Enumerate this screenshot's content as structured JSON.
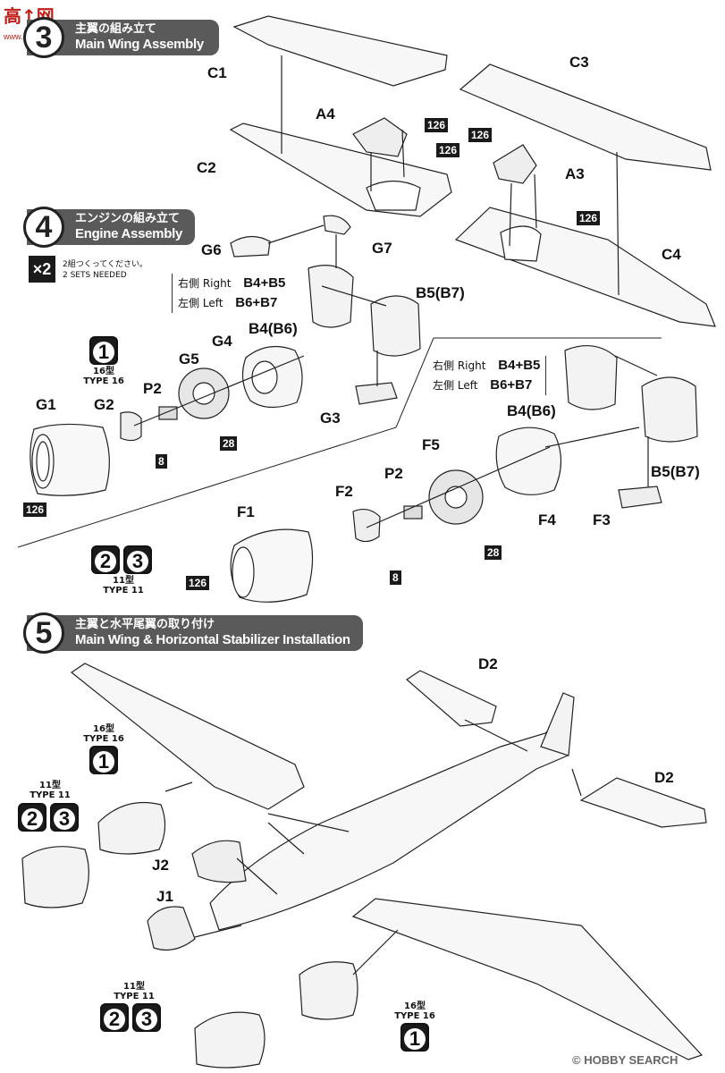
{
  "watermark_top": {
    "text": "高↑网",
    "url": "www.gaogo.com"
  },
  "watermark_bottom": "© HOBBY SEARCH",
  "steps": [
    {
      "num": "3",
      "jp": "主翼の組み立て",
      "en": "Main Wing Assembly"
    },
    {
      "num": "4",
      "jp": "エンジンの組み立て",
      "en": "Engine Assembly"
    },
    {
      "num": "5",
      "jp": "主翼と水平尾翼の取り付け",
      "en": "Main Wing & Horizontal Stabilizer Installation"
    }
  ],
  "engine_sets": {
    "mult": "×2",
    "jp": "2組つくってください。",
    "en": "2 SETS NEEDED"
  },
  "side_notes": {
    "right_jp": "右側",
    "right_en": "Right",
    "right_parts": "B4+B5",
    "left_jp": "左側",
    "left_en": "Left",
    "left_parts": "B6+B7"
  },
  "types": {
    "t16_jp": "16型",
    "t16_en": "TYPE 16",
    "t16_num": "1",
    "t11_jp": "11型",
    "t11_en": "TYPE 11",
    "t11_num_a": "2",
    "t11_num_b": "3"
  },
  "labels": {
    "C1": "C1",
    "C2": "C2",
    "C3": "C3",
    "C4": "C4",
    "A3": "A3",
    "A4": "A4",
    "G1": "G1",
    "G2": "G2",
    "G3": "G3",
    "G4": "G4",
    "G5": "G5",
    "G6": "G6",
    "G7": "G7",
    "P2": "P2",
    "B4B6": "B4(B6)",
    "B5B7": "B5(B7)",
    "F1": "F1",
    "F2": "F2",
    "F3": "F3",
    "F4": "F4",
    "F5": "F5",
    "D2": "D2",
    "J1": "J1",
    "J2": "J2"
  },
  "paint": {
    "c126": "126",
    "c28": "28",
    "c8": "8"
  }
}
